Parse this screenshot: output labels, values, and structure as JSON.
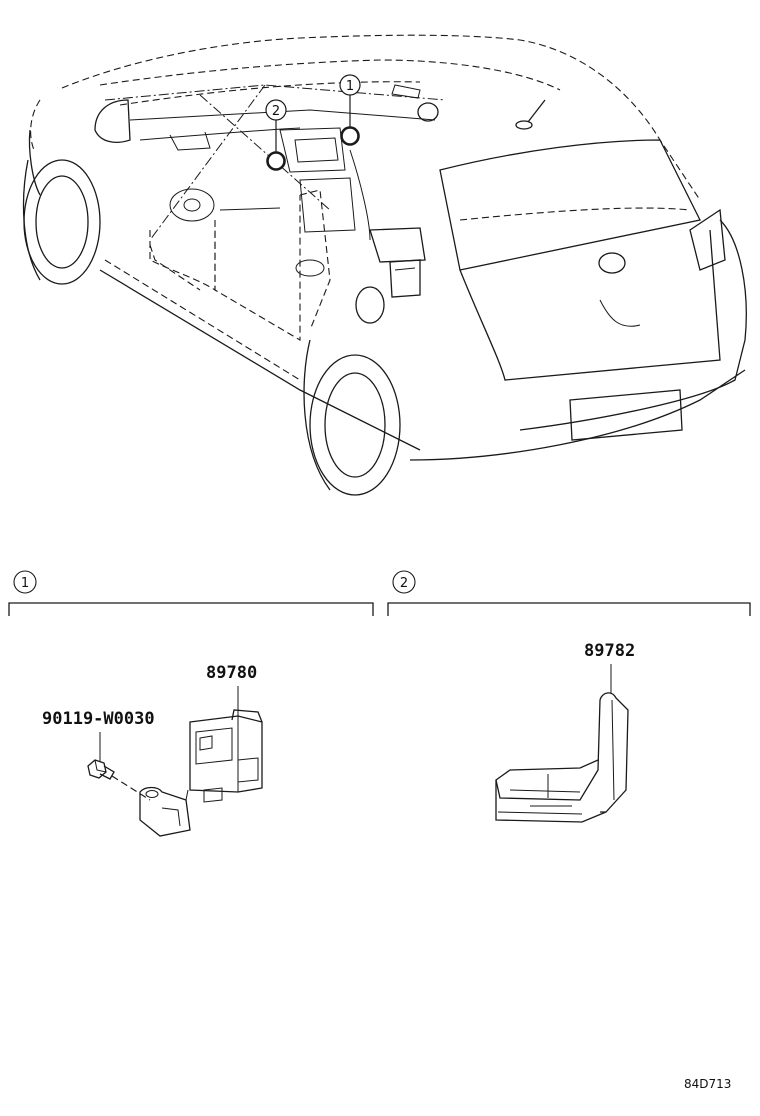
{
  "diagram": {
    "callouts": {
      "c1": "1",
      "c2": "2"
    },
    "sections": [
      {
        "num": "1",
        "parts": [
          "89780",
          "90119-W0030"
        ]
      },
      {
        "num": "2",
        "parts": [
          "89782"
        ]
      }
    ],
    "code": "84D713"
  }
}
